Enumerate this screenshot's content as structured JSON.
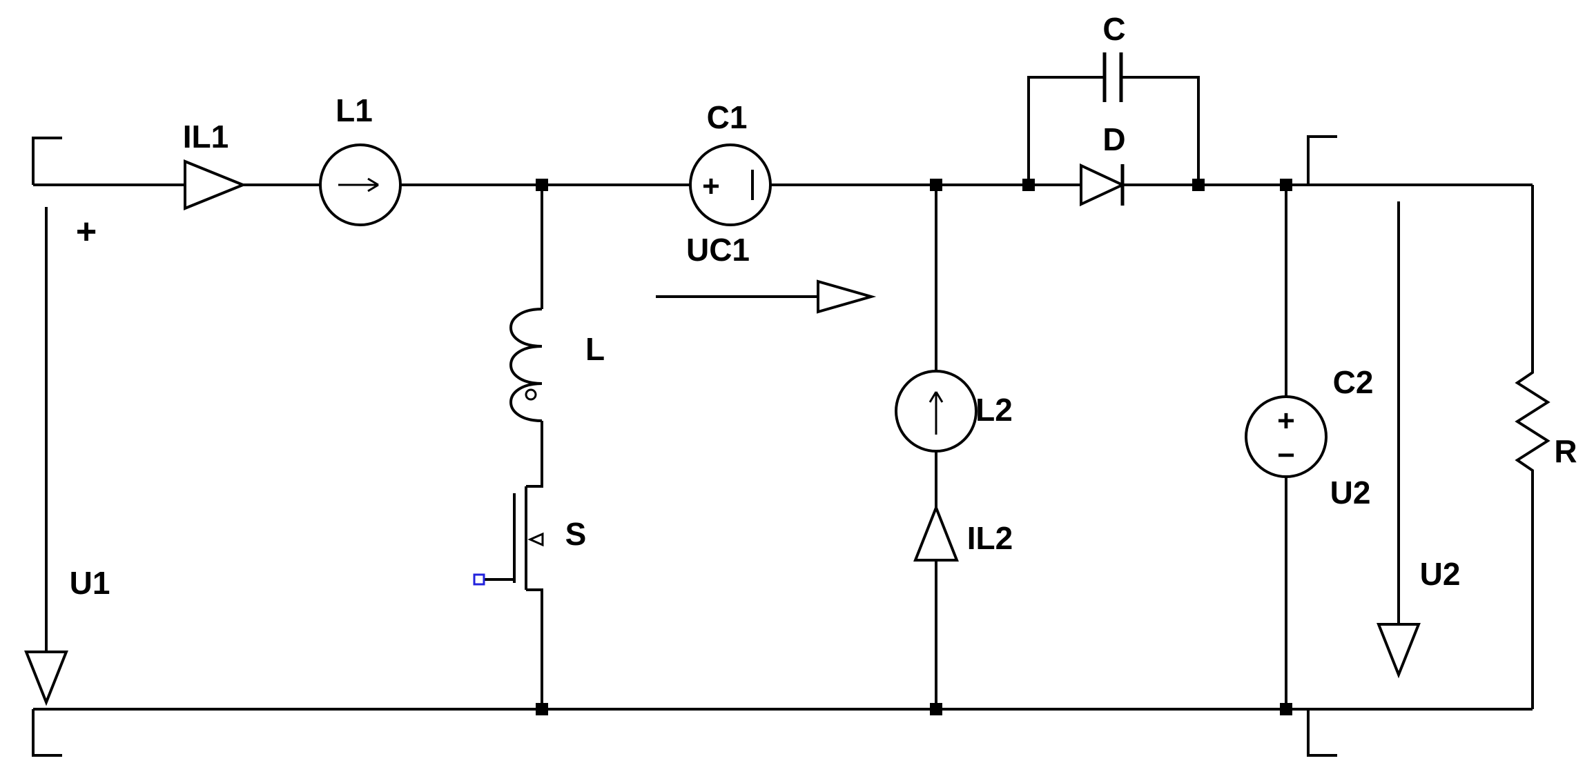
{
  "canvas": {
    "background": "#ffffff",
    "wire_color": "#000000",
    "gate_marker_color": "#2222dd"
  },
  "labels": {
    "input_plus": "+",
    "input_voltage": "U1",
    "input_current": "IL1",
    "inductor_l1": "L1",
    "inductor_l": "L",
    "switch": "S",
    "capacitor_c1": "C1",
    "capacitor_c1_voltage": "UC1",
    "inductor_l2": "L2",
    "inductor_l2_current": "IL2",
    "capacitor_c": "C",
    "diode": "D",
    "capacitor_c2": "C2",
    "capacitor_c2_voltage": "U2",
    "output_voltage": "U2",
    "resistor": "R",
    "c1_polarity_plus": "+",
    "c2_polarity_plus": "+",
    "c2_polarity_minus": "−"
  }
}
